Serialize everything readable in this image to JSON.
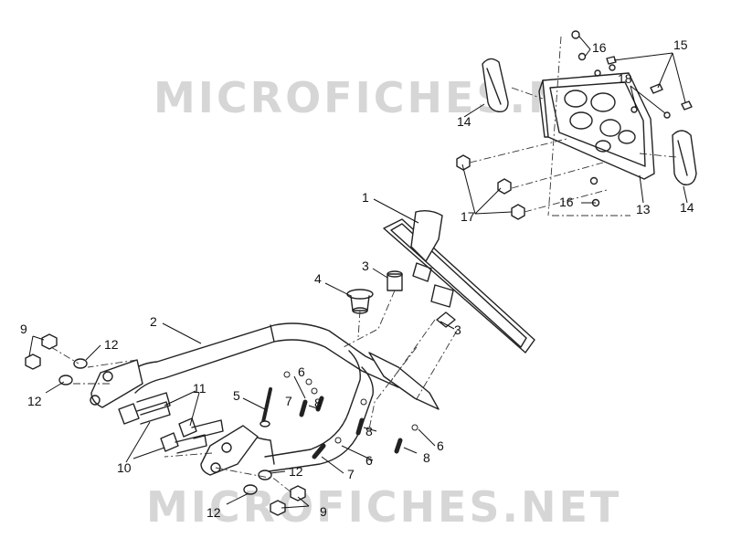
{
  "watermarks": {
    "top": "MICROFICHES.NET",
    "bottom": "MICROFICHES.NET"
  },
  "callouts": {
    "c1": "1",
    "c2": "2",
    "c3a": "3",
    "c3b": "3",
    "c4": "4",
    "c5": "5",
    "c6a": "6",
    "c6b": "6",
    "c6c": "6",
    "c7a": "7",
    "c7b": "7",
    "c8a": "8",
    "c8b": "8",
    "c8c": "8",
    "c9a": "9",
    "c9b": "9",
    "c10": "10",
    "c11": "11",
    "c12a": "12",
    "c12b": "12",
    "c12c": "12",
    "c12d": "12",
    "c13": "13",
    "c14a": "14",
    "c14b": "14",
    "c15": "15",
    "c16a": "16",
    "c16b": "16",
    "c17": "17",
    "c18": "18"
  }
}
